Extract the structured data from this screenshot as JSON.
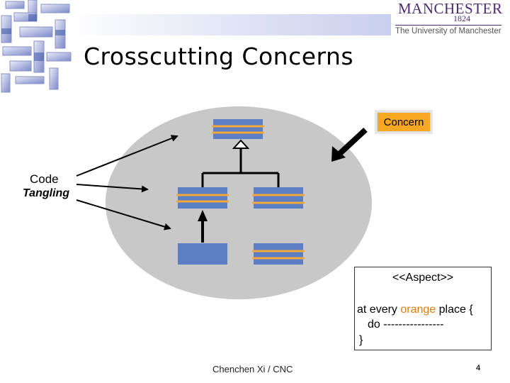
{
  "header": {
    "logo": {
      "name": "MANCHESTER",
      "year": "1824",
      "subtitle": "The University of Manchester",
      "brand_color": "#4d2a73"
    }
  },
  "slide": {
    "title": "Crosscutting Concerns"
  },
  "diagram": {
    "code_label": "Code",
    "tangling_label": "Tangling",
    "concern_label": "Concern",
    "concern_color": "#f7a823",
    "class_box_color": "#5b7ec4",
    "ellipse_color": "#c8c8c8"
  },
  "aspect": {
    "stereotype": "<<Aspect>>",
    "line1_prefix": "at every ",
    "line1_highlight": "orange",
    "line1_suffix": " place {",
    "line2": "do ----------------",
    "line3": "}"
  },
  "footer": {
    "author": "Chenchen Xi / CNC",
    "page_number": "4"
  }
}
